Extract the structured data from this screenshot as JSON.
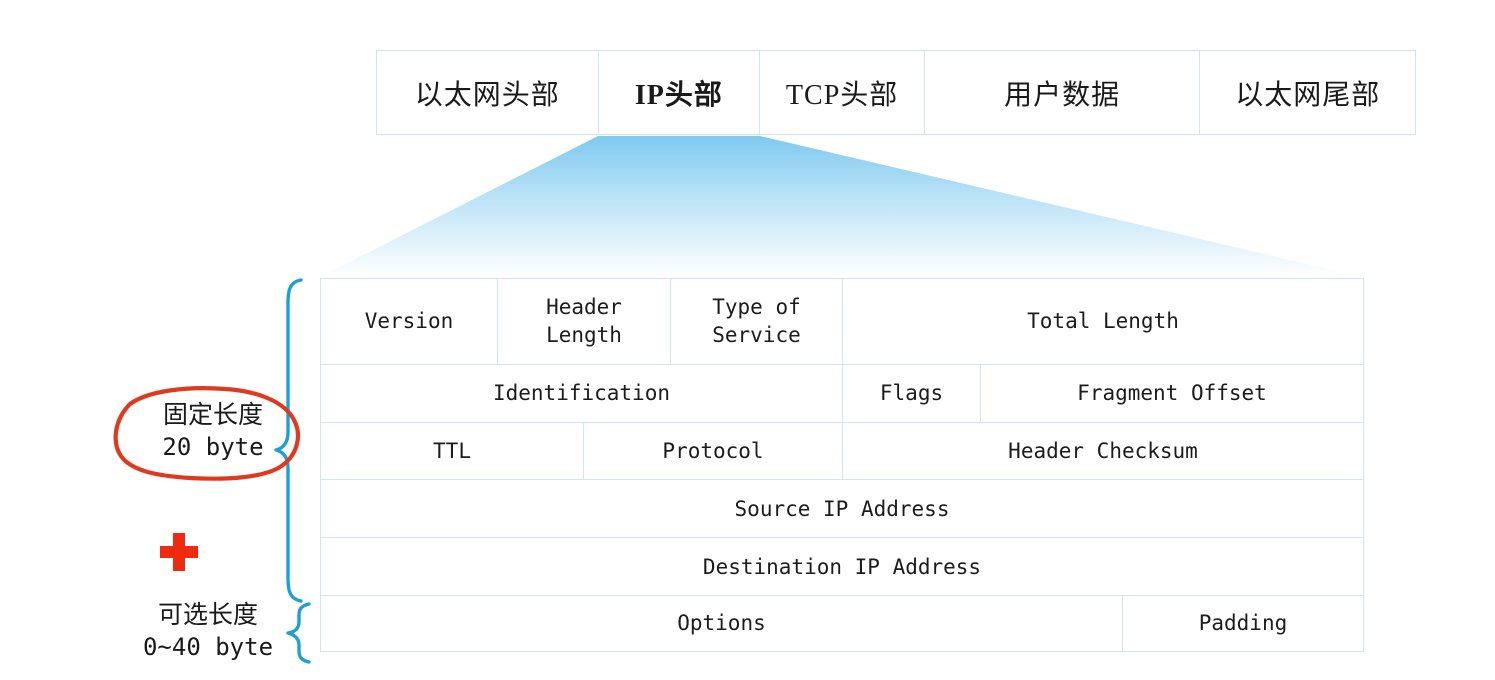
{
  "diagram": {
    "title_semantic": "ip-datagram-header-structure",
    "colors": {
      "table_border": "#cfe6f2",
      "brace_blue": "#1f9fd8",
      "annotation_red": "#e03a1e",
      "funnel_top": "#8ed0f0",
      "funnel_bottom": "#ffffff",
      "text": "#1a1a1a"
    }
  },
  "frame_bar": {
    "cells": [
      {
        "label": "以太网头部",
        "bold": false
      },
      {
        "label": "IP头部",
        "bold": true
      },
      {
        "label": "TCP头部",
        "bold": false
      },
      {
        "label": "用户数据",
        "bold": false
      },
      {
        "label": "以太网尾部",
        "bold": false
      }
    ]
  },
  "ip_header": {
    "rows": [
      {
        "cells": [
          {
            "label": "Version"
          },
          {
            "label": "Header\nLength"
          },
          {
            "label": "Type of\nService"
          },
          {
            "label": "Total Length"
          }
        ]
      },
      {
        "cells": [
          {
            "label": "Identification"
          },
          {
            "label": "Flags"
          },
          {
            "label": "Fragment Offset"
          }
        ]
      },
      {
        "cells": [
          {
            "label": "TTL"
          },
          {
            "label": "Protocol"
          },
          {
            "label": "Header Checksum"
          }
        ]
      },
      {
        "cells": [
          {
            "label": "Source IP Address"
          }
        ]
      },
      {
        "cells": [
          {
            "label": "Destination IP Address"
          }
        ]
      },
      {
        "cells": [
          {
            "label": "Options"
          },
          {
            "label": "Padding"
          }
        ]
      }
    ]
  },
  "annotations": {
    "fixed": {
      "line1": "固定长度",
      "line2": "20 byte",
      "highlight": "red-ellipse"
    },
    "optional": {
      "line1": "可选长度",
      "line2": "0~40 byte"
    },
    "plus_symbol": "+"
  }
}
